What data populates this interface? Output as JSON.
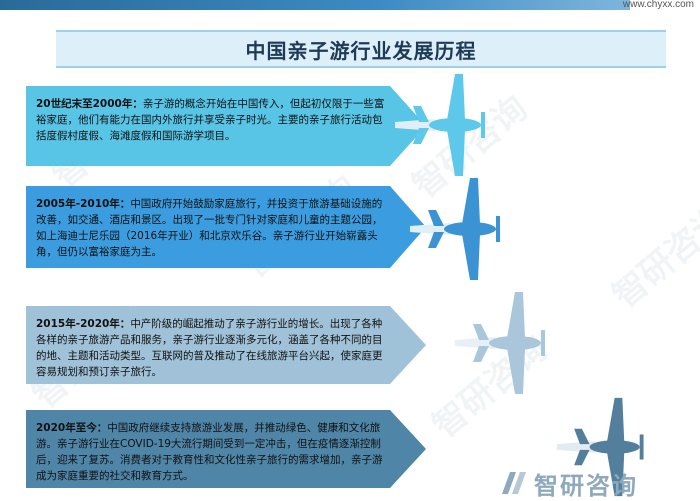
{
  "header": {
    "url": "www.chyxx.com"
  },
  "title": "中国亲子游行业发展历程",
  "stages": [
    {
      "period": "20世纪末至2000年：",
      "text": "亲子游的概念开始在中国传入，但起初仅限于一些富裕家庭，他们有能力在国内外旅行并享受亲子时光。主要的亲子旅行活动包括度假村度假、海滩度假和国际游学项目。",
      "color": "#58c5e6",
      "plane_color": "#5ec8ea"
    },
    {
      "period": "2005年-2010年：",
      "text": "中国政府开始鼓励家庭旅行，并投资于旅游基础设施的改善，如交通、酒店和景区。出现了一批专门针对家庭和儿童的主题公园，如上海迪士尼乐园（2016年开业）和北京欢乐谷。亲子游行业开始崭露头角，但仍以富裕家庭为主。",
      "color": "#3b9de0",
      "plane_color": "#3b93d4"
    },
    {
      "period": "2015年-2020年：",
      "text": "中产阶级的崛起推动了亲子游行业的增长。出现了各种各样的亲子旅游产品和服务，亲子游行业逐渐多元化，涵盖了各种不同的目的地、主题和活动类型。互联网的普及推动了在线旅游平台兴起，使家庭更容易规划和预订亲子旅行。",
      "color": "#9fc2d8",
      "plane_color": "#a9c6da"
    },
    {
      "period": "2020年至今：",
      "text": "中国政府继续支持旅游业发展，并推动绿色、健康和文化旅游。亲子游行业在COVID-19大流行期间受到一定冲击，但在疫情逐渐控制后，迎来了复苏。消费者对于教育性和文化性亲子旅行的需求增加，亲子游成为家庭重要的社交和教育方式。",
      "color": "#4f86a8",
      "plane_color": "#547f9c"
    }
  ],
  "footer": {
    "logo_text": "智研咨询"
  },
  "watermark": "智研咨询"
}
